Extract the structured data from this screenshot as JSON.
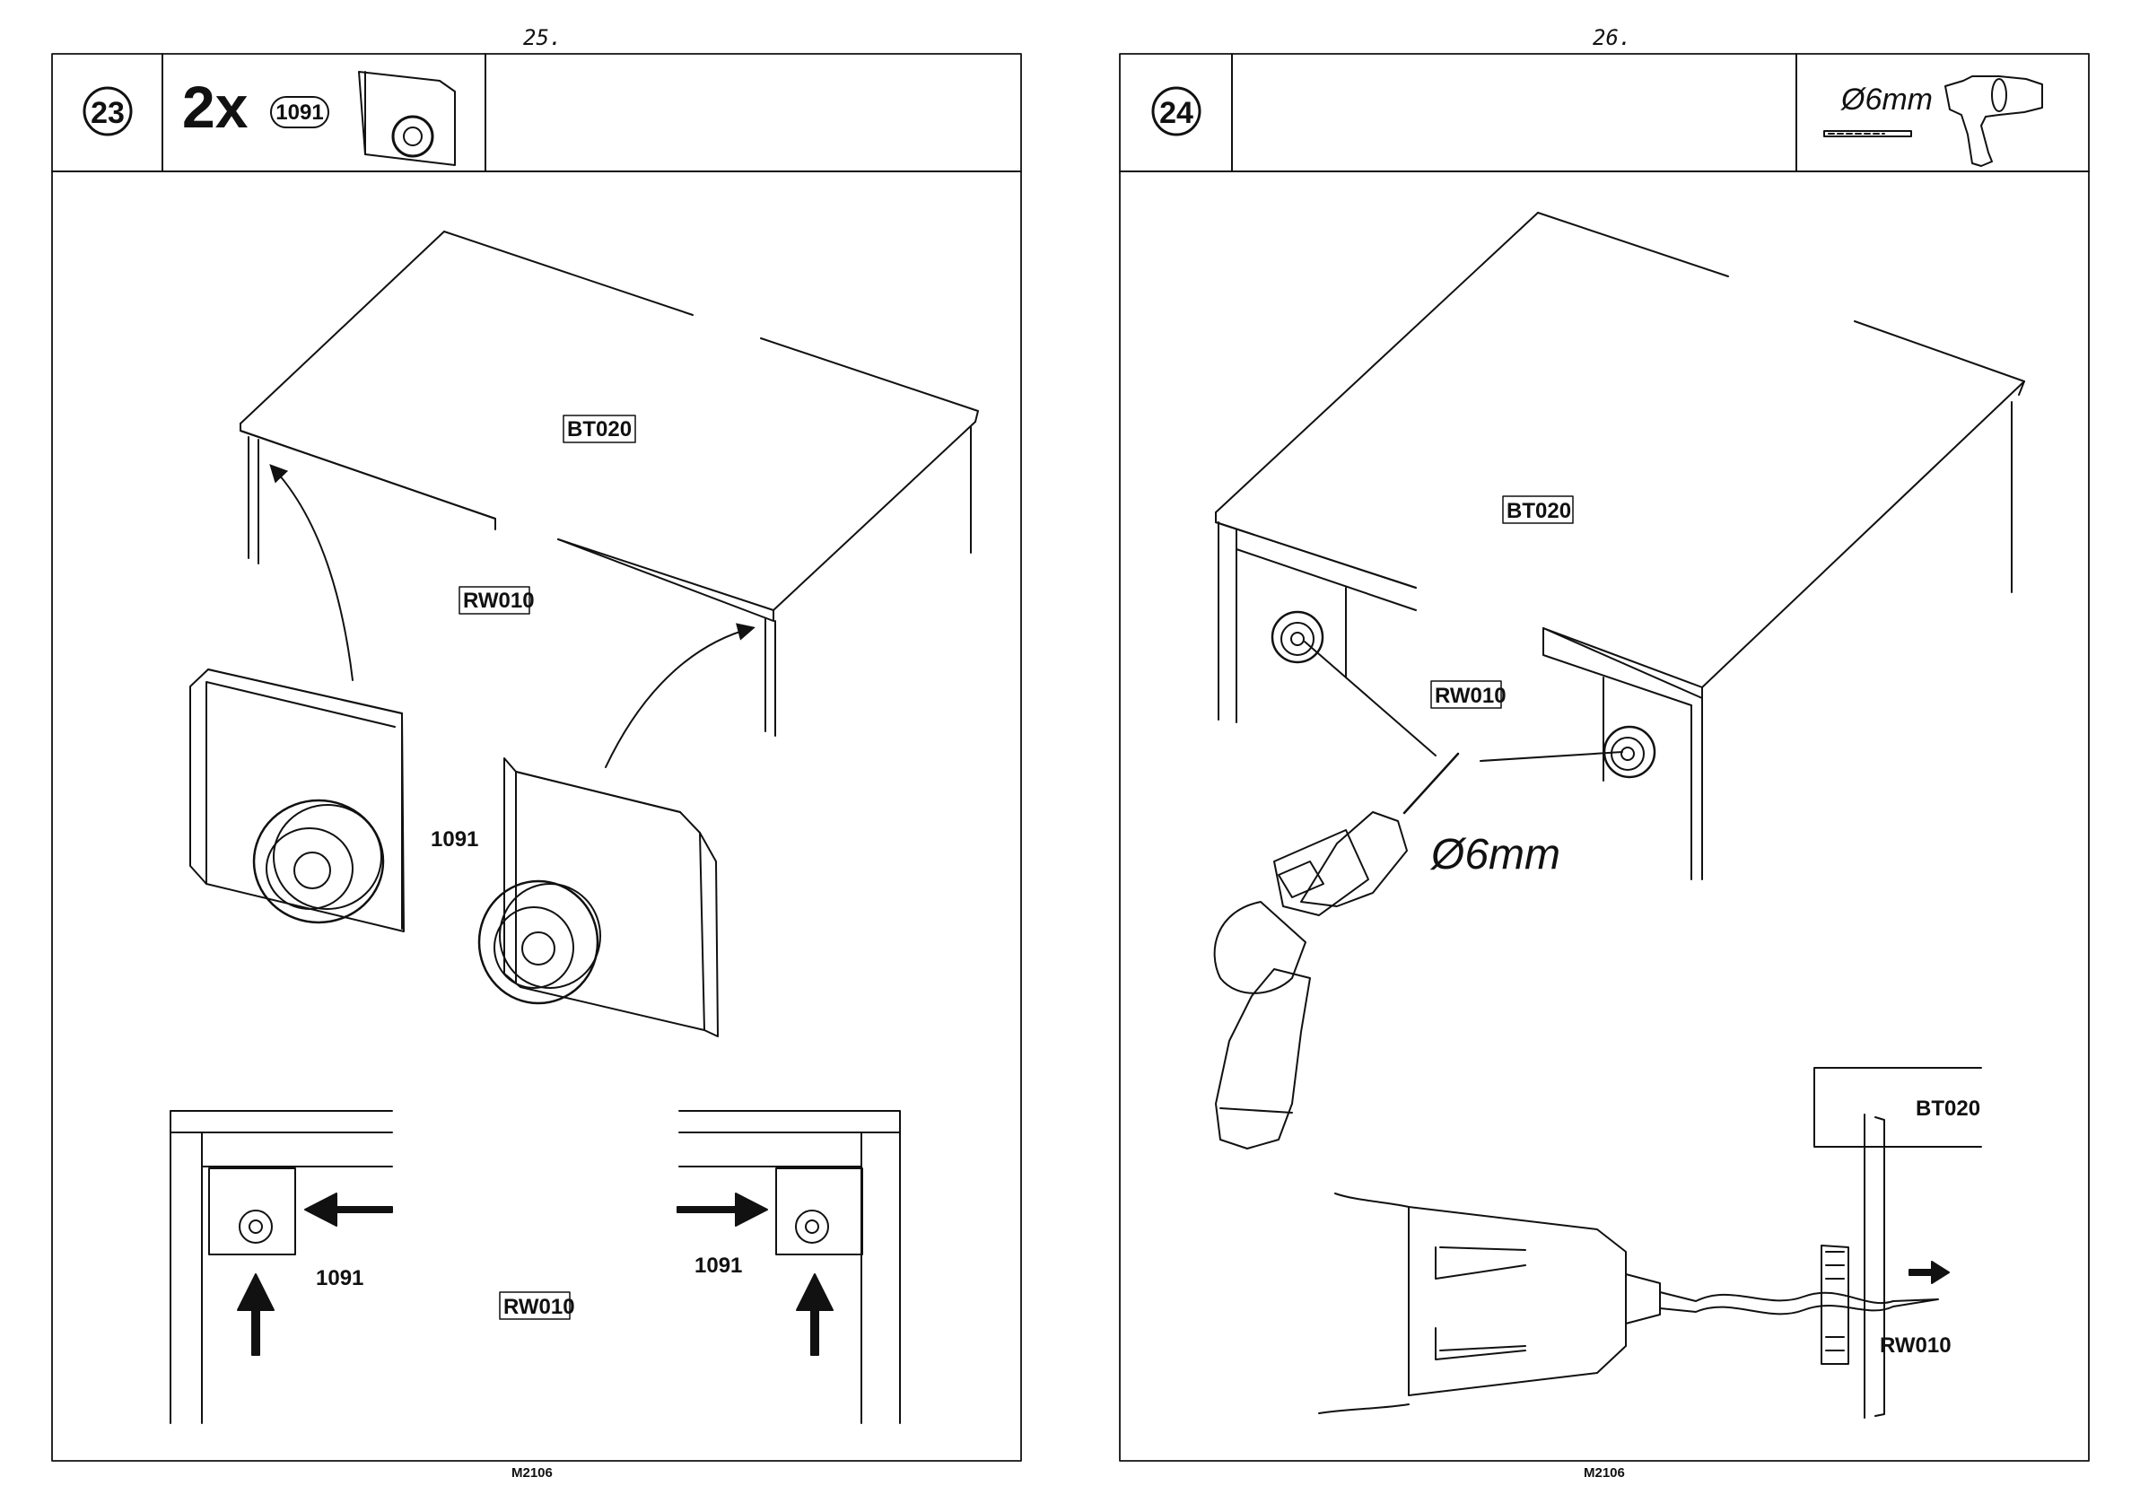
{
  "left_page": {
    "page_number": "25.",
    "step": "23",
    "quantity": "2x",
    "part_badge": "1091",
    "labels": {
      "top_panel": "BT020",
      "back_rail": "RW010",
      "part_number": "1091",
      "detail_left_part": "1091",
      "detail_right_part": "1091",
      "detail_rail": "RW010"
    },
    "footer": "M2106"
  },
  "right_page": {
    "page_number": "26.",
    "step": "24",
    "tool_size": "Ø6mm",
    "labels": {
      "top_panel": "BT020",
      "back_rail": "RW010",
      "drill_size": "Ø6mm",
      "detail_panel": "BT020",
      "detail_rail": "RW010"
    },
    "footer": "M2106"
  },
  "icons": [
    "drill-icon",
    "drill-bit-icon",
    "arrow-icon"
  ]
}
